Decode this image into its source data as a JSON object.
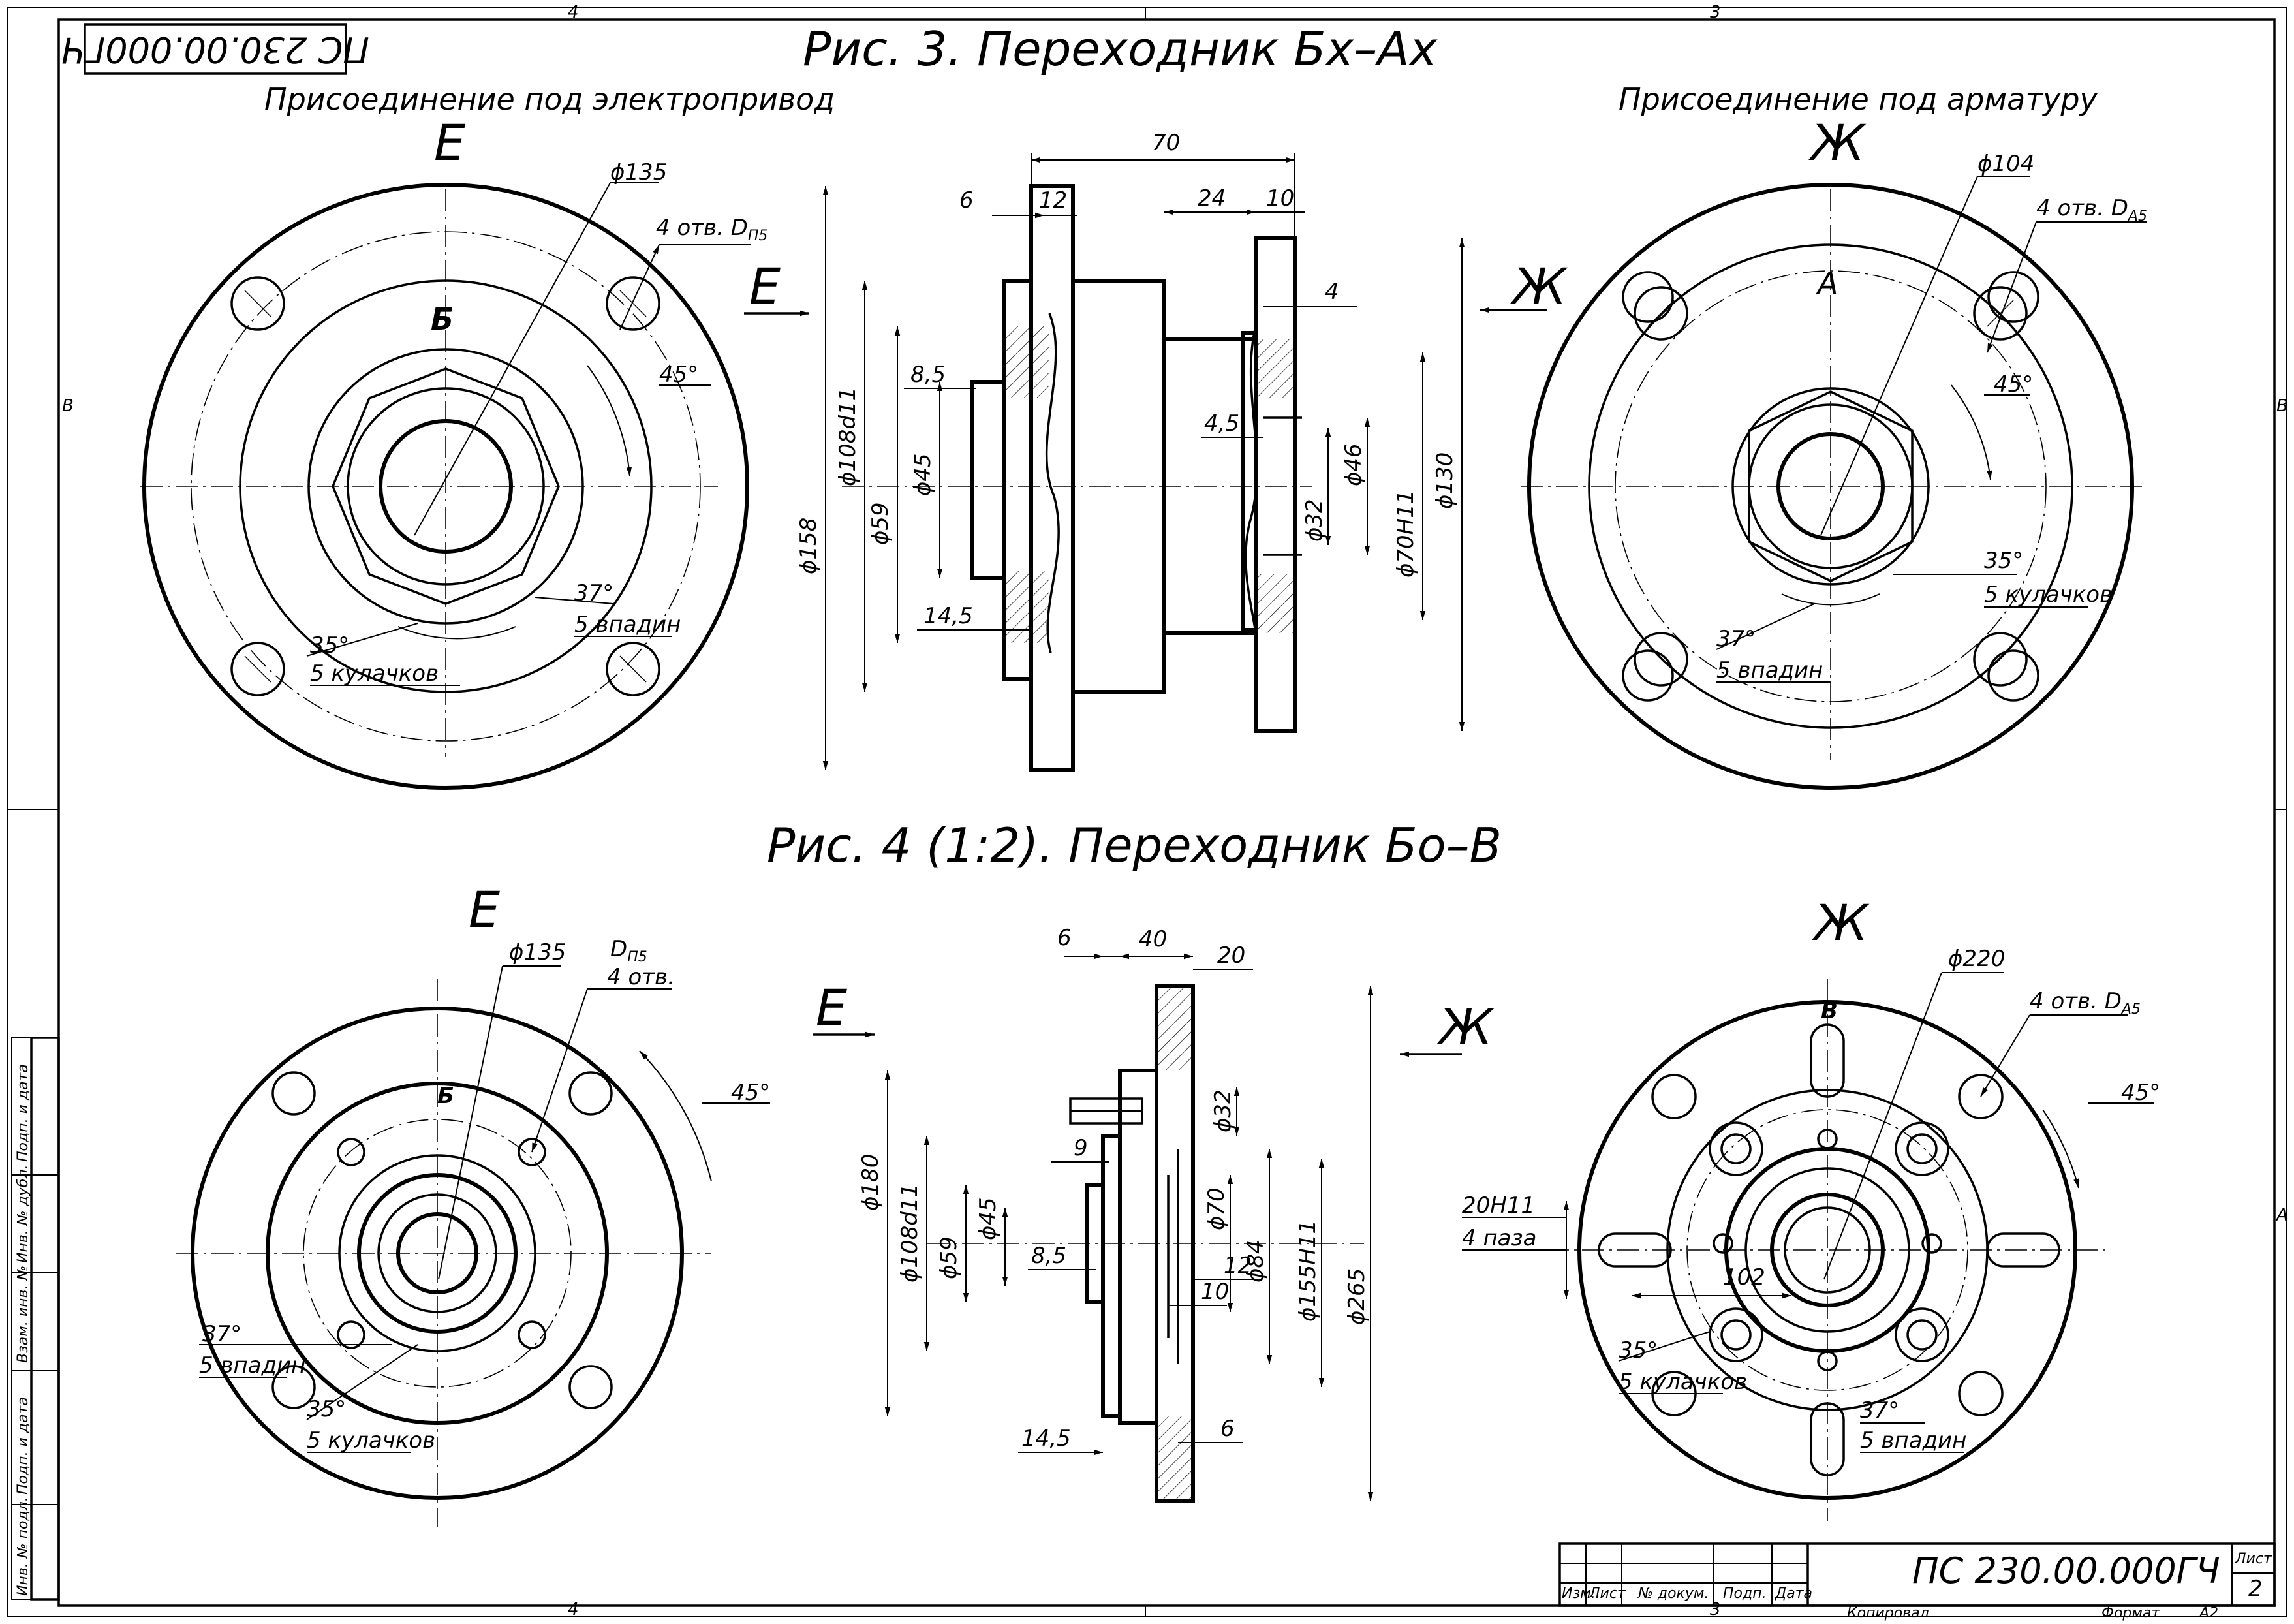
{
  "sheet": {
    "code_top": "ПС 230.00.000ГЧ",
    "zone_top_left": "4",
    "zone_top_right": "3",
    "zone_bottom_left": "4",
    "zone_bottom_right": "3",
    "zone_left_b": "B",
    "zone_right_b": "B",
    "zone_right_a": "A"
  },
  "fig3": {
    "title": "Рис. 3. Переходник Бх–Ах",
    "left_caption": "Присоединение под электропривод",
    "right_caption": "Присоединение под арматуру",
    "left_view": {
      "label": "Е",
      "letter": "Б",
      "dia": "ϕ135",
      "holes_a": "4 отв. D",
      "holes_sub": "П5",
      "angle45": "45°",
      "angle37": "37°",
      "slots": "5 впадин",
      "angle35": "35°",
      "cams": "5 кулачков"
    },
    "section": {
      "arrow_left": "Е",
      "arrow_right": "Ж",
      "d70": "70",
      "d6": "6",
      "d12": "12",
      "d24": "24",
      "d10": "10",
      "d4": "4",
      "d85": "8,5",
      "d45s": "4,5",
      "d145": "14,5",
      "dia108": "ϕ108d11",
      "dia45": "ϕ45",
      "dia59": "ϕ59",
      "dia158": "ϕ158",
      "dia46": "ϕ46",
      "dia32": "ϕ32",
      "dia70": "ϕ70H11",
      "dia130": "ϕ130"
    },
    "right_view": {
      "label": "Ж",
      "letter": "А",
      "dia": "ϕ104",
      "holes_a": "4 отв. D",
      "holes_sub": "А5",
      "angle45": "45°",
      "angle35": "35°",
      "cams": "5 кулачков",
      "angle37": "37°",
      "slots": "5 впадин"
    }
  },
  "fig4": {
    "title": "Рис. 4 (1:2). Переходник Бо–В",
    "left_view": {
      "label": "Е",
      "letter": "Б",
      "dia": "ϕ135",
      "holes_d": "D",
      "holes_sub": "П5",
      "holes_b": "4 отв.",
      "angle45": "45°",
      "angle37": "37°",
      "slots": "5 впадин",
      "angle35": "35°",
      "cams": "5 кулачков"
    },
    "section": {
      "arrow_left": "Е",
      "arrow_right": "Ж",
      "d6": "6",
      "d40": "40",
      "d20": "20",
      "dia32": "ϕ32",
      "d9": "9",
      "dia180": "ϕ180",
      "dia108": "ϕ108d11",
      "dia59": "ϕ59",
      "dia45": "ϕ45",
      "d85": "8,5",
      "dia70": "ϕ70",
      "dia84": "ϕ84",
      "d12": "12",
      "d10": "10",
      "dia155": "ϕ155H11",
      "dia265": "ϕ265",
      "d145": "14,5",
      "d6b": "6"
    },
    "right_view": {
      "label": "Ж",
      "letter": "В",
      "dia": "ϕ220",
      "holes_a": "4 отв. D",
      "holes_sub": "А5",
      "angle45": "45°",
      "groove": "20H11",
      "grooves": "4 паза",
      "d102": "102",
      "angle35": "35°",
      "cams": "5 кулачков",
      "angle37": "37°",
      "slots": "5 впадин"
    }
  },
  "side_stamp": {
    "c1": "Подп. и дата",
    "c2": "Инв. № дубл.",
    "c3": "Взам. инв. №",
    "c4": "Подп. и дата",
    "c5": "Инв. № подл."
  },
  "title_block": {
    "code": "ПС 230.00.000ГЧ",
    "sheet_label": "Лист",
    "sheet_no": "2",
    "izm": "Изм.",
    "list": "Лист",
    "doc": "№ докум.",
    "sign": "Подп.",
    "date": "Дата",
    "copied": "Копировал",
    "format": "Формат",
    "format_val": "А2"
  }
}
